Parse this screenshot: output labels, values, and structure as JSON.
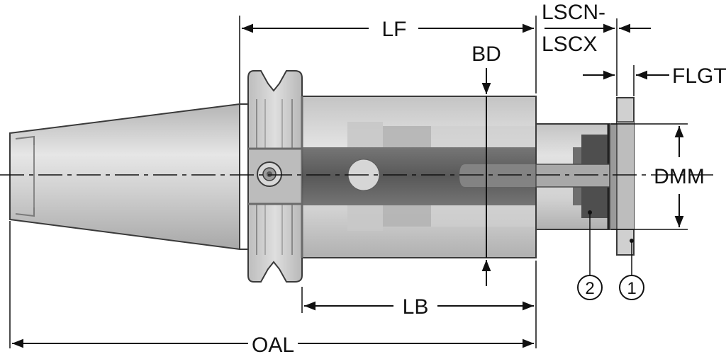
{
  "diagram": {
    "dimensions": {
      "lf": "LF",
      "lscn": "LSCN-",
      "lscx": "LSCX",
      "flgt": "FLGT",
      "bd": "BD",
      "dmm": "DMM",
      "lb": "LB",
      "oal": "OAL"
    },
    "callouts": {
      "one": "1",
      "two": "2"
    },
    "colors": {
      "body_light": "#d4d4d4",
      "body_mid": "#bdbdbd",
      "body_dark": "#8a8a8a",
      "bore_dark": "#5a5a5a",
      "outline": "#3a3a3a",
      "dimension_line": "#111111"
    }
  }
}
